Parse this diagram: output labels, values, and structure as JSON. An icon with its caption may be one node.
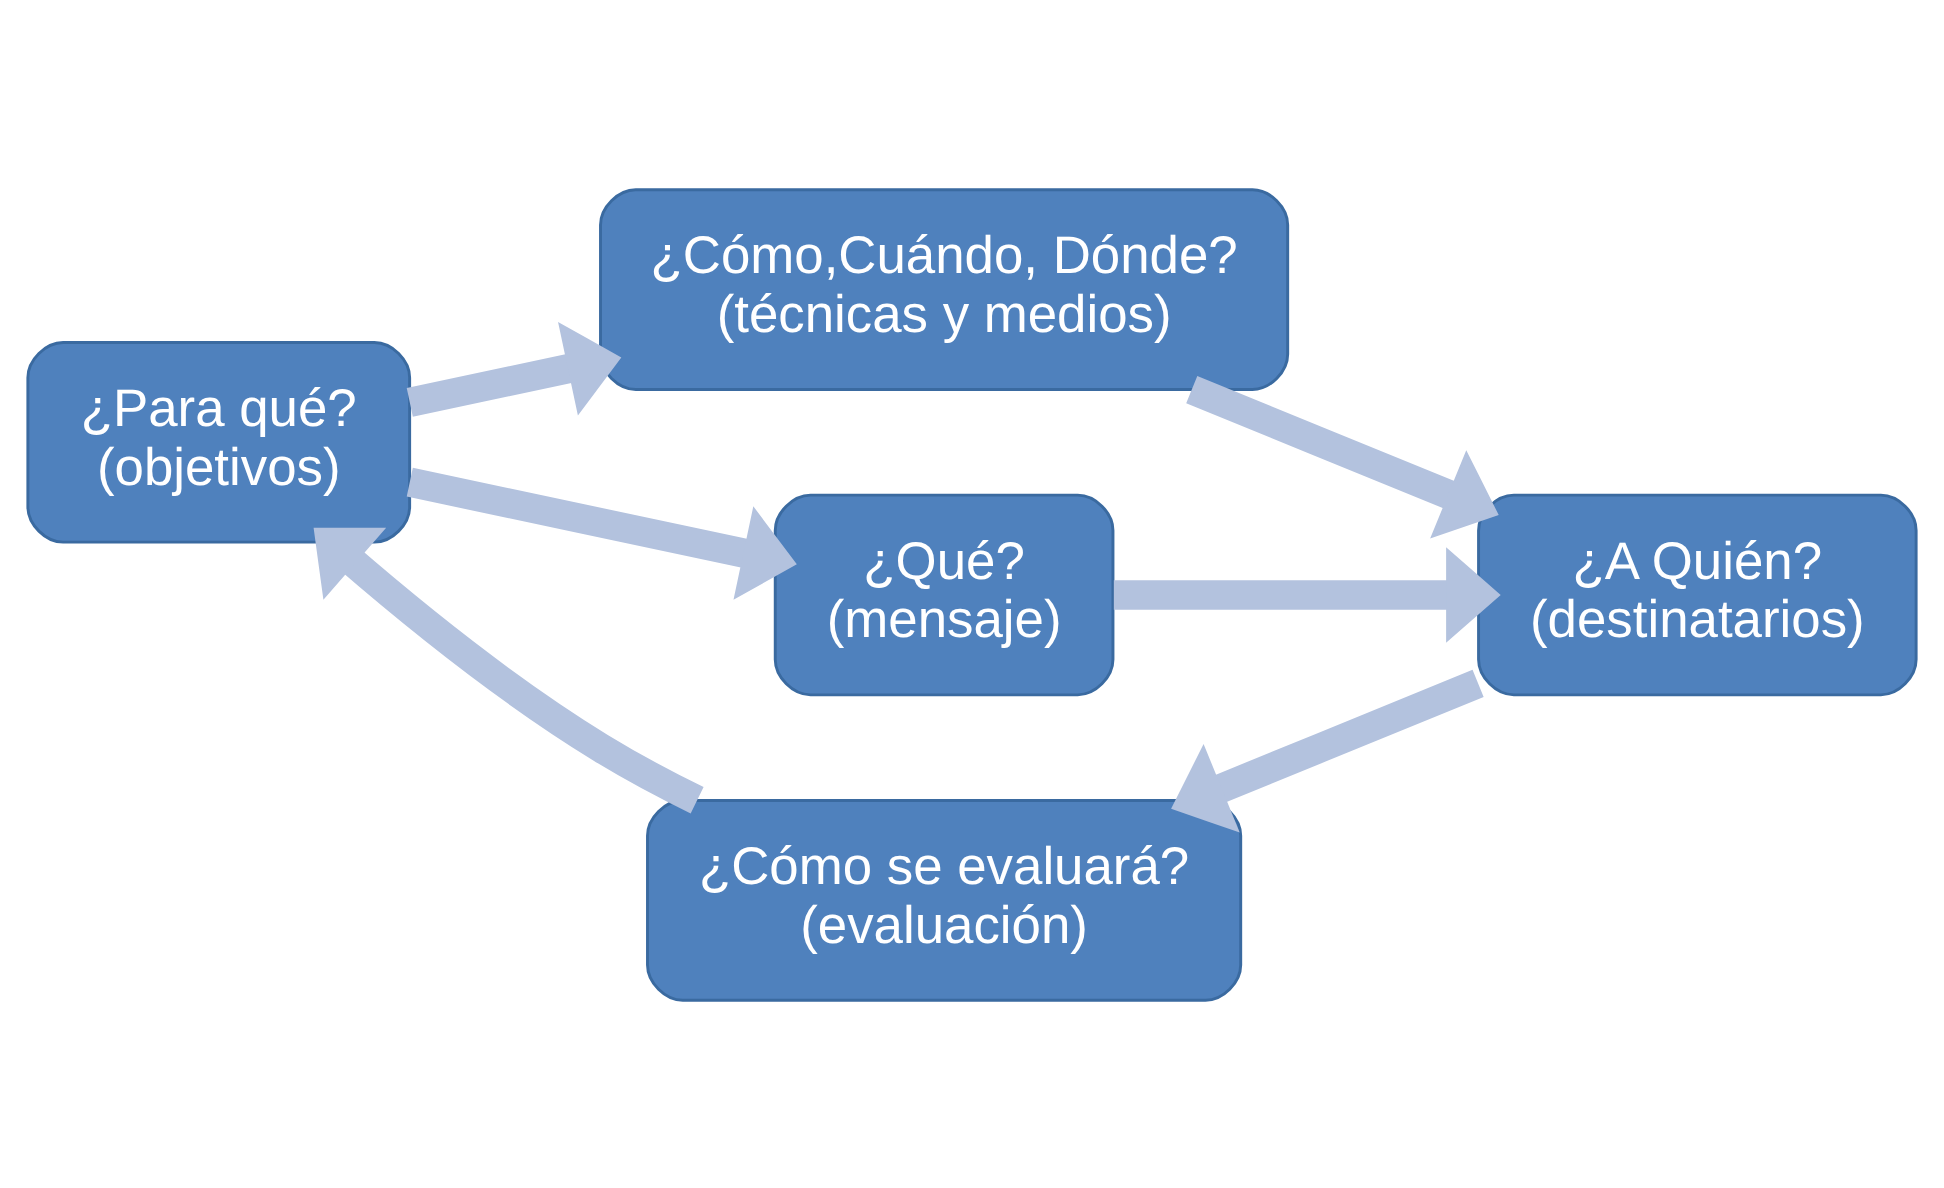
{
  "diagram": {
    "nodes": [
      {
        "text": [
          "¿Para qué?",
          "(objetivos)"
        ]
      },
      {
        "text": [
          "¿Cómo,Cuándo, Dónde?",
          "(técnicas y medios)"
        ]
      },
      {
        "text": [
          "¿Qué?",
          "(mensaje)"
        ]
      },
      {
        "text": [
          "¿A Quién?",
          "(destinatarios)"
        ]
      },
      {
        "text": [
          "¿Cómo se evaluará?",
          "(evaluación)"
        ]
      }
    ],
    "edges": [
      {
        "from": 0,
        "to": 1,
        "arrow": "to"
      },
      {
        "from": 1,
        "to": 3,
        "arrow": "to"
      },
      {
        "from": 0,
        "to": 2,
        "arrow": "to"
      },
      {
        "from": 2,
        "to": 3,
        "arrow": "to"
      },
      {
        "from": 3,
        "to": 4,
        "arrow": "to"
      },
      {
        "from": 4,
        "to": 0,
        "arrow": "to"
      }
    ]
  }
}
